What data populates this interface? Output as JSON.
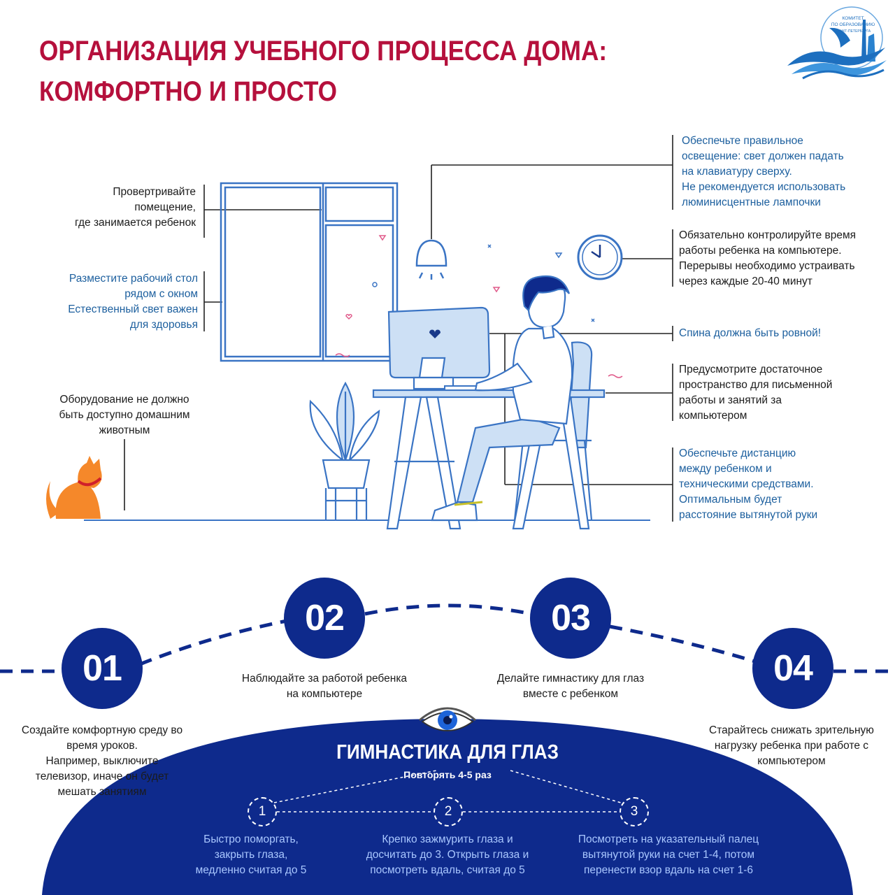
{
  "header": {
    "title_line1": "ОРГАНИЗАЦИЯ УЧЕБНОГО ПРОЦЕССА ДОМА:",
    "title_line2": "КОМФОРТНО И ПРОСТО",
    "logo_text": [
      "КОМИТЕТ",
      "ПО ОБРАЗОВАНИЮ",
      "САНКТ-ПЕТЕРБУРГА"
    ]
  },
  "tips": {
    "ventilate": [
      "Провертривайте",
      "помещение,",
      "где занимается ребенок"
    ],
    "desk_window": [
      "Разместите рабочий стол",
      "рядом с окном",
      "Естественный свет важен",
      "для здоровья"
    ],
    "pets": [
      "Оборудование не должно",
      "быть доступно домашним",
      "животным"
    ],
    "lighting": [
      "Обеспечьте правильное",
      "освещение: свет должен падать",
      "на клавиатуру сверху.",
      "Не рекомендуется использовать",
      "люминисцентные лампочки"
    ],
    "time": [
      "Обязательно контролируйте время",
      "работы ребенка на компьютере.",
      "Перерывы необходимо устраивать",
      "через каждые 20-40 минут"
    ],
    "back": [
      "Спина должна быть ровной!"
    ],
    "space": [
      "Предусмотрите достаточное",
      "пространство для письменной",
      "работы и занятий за",
      "компьютером"
    ],
    "distance": [
      "Обеспечьте дистанцию",
      "между ребенком и",
      "техническими средствами.",
      "Оптимальным будет",
      "расстояние вытянутой руки"
    ]
  },
  "steps": [
    {
      "num": "01",
      "text": [
        "Создайте комфортную среду во",
        "время уроков.",
        "Например, выключите",
        "телевизор, иначе он будет",
        "мешать занятиям"
      ]
    },
    {
      "num": "02",
      "text": [
        "Наблюдайте за работой ребенка",
        "на компьютере"
      ]
    },
    {
      "num": "03",
      "text": [
        "Делайте гимнастику для глаз",
        "вместе с ребенком"
      ]
    },
    {
      "num": "04",
      "text": [
        "Старайтесь снижать зрительную",
        "нагрузку ребенка при работе с",
        "компьютером"
      ]
    }
  ],
  "gymnastics": {
    "title": "ГИМНАСТИКА ДЛЯ ГЛАЗ",
    "repeat": "Повторять 4-5 раз",
    "exercises": [
      {
        "num": "1",
        "text": [
          "Быстро поморгать,",
          "закрыть глаза,",
          "медленно считая до 5"
        ]
      },
      {
        "num": "2",
        "text": [
          "Крепко зажмурить глаза и",
          "досчитать до 3. Открыть глаза и",
          "посмотреть вдаль, считая до 5"
        ]
      },
      {
        "num": "3",
        "text": [
          "Посмотреть на указательный палец",
          "вытянутой руки на счет 1-4, потом",
          "перенести взор вдаль на счет 1-6"
        ]
      }
    ]
  },
  "colors": {
    "title_red": "#b5103c",
    "navy": "#0e2a8c",
    "text_blue": "#1c5f9e",
    "illustration_blue": "#3a74c4",
    "cat_orange": "#f5882a"
  }
}
